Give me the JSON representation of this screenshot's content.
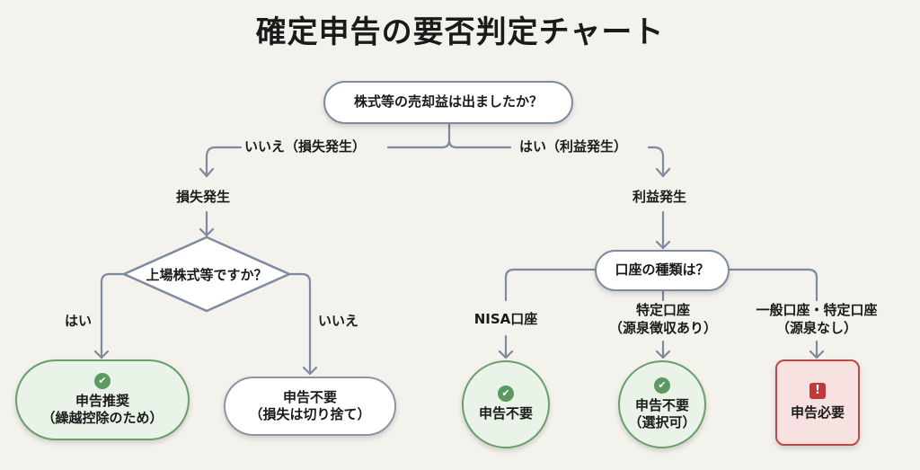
{
  "title": "確定申告の要否判定チャート",
  "start": {
    "question": "株式等の売却益は出ましたか？"
  },
  "branches": {
    "no_label": "いいえ（損失発生）",
    "yes_label": "はい（利益発生）"
  },
  "loss": {
    "heading": "損失発生",
    "question": "上場株式等ですか？",
    "yes_label": "はい",
    "no_label": "いいえ",
    "yes_result": {
      "line1": "申告推奨",
      "line2": "（繰越控除のため）",
      "icon": "check-icon",
      "status": "recommended"
    },
    "no_result": {
      "line1": "申告不要",
      "line2": "（損失は切り捨て）",
      "status": "neutral"
    }
  },
  "profit": {
    "heading": "利益発生",
    "question": "口座の種類は？",
    "options": [
      {
        "label_line1": "NISA口座",
        "label_line2": "",
        "result_line1": "申告不要",
        "result_line2": "",
        "icon": "check-icon",
        "status": "not-required"
      },
      {
        "label_line1": "特定口座",
        "label_line2": "（源泉徴収あり）",
        "result_line1": "申告不要",
        "result_line2": "（選択可）",
        "icon": "check-icon",
        "status": "not-required"
      },
      {
        "label_line1": "一般口座・特定口座",
        "label_line2": "（源泉なし）",
        "result_line1": "申告必要",
        "result_line2": "",
        "icon": "alert-icon",
        "status": "required"
      }
    ]
  },
  "colors": {
    "background": "#f3f2ec",
    "connector": "#7d8aa0",
    "green": "#5a9a62",
    "red": "#c0393b"
  }
}
